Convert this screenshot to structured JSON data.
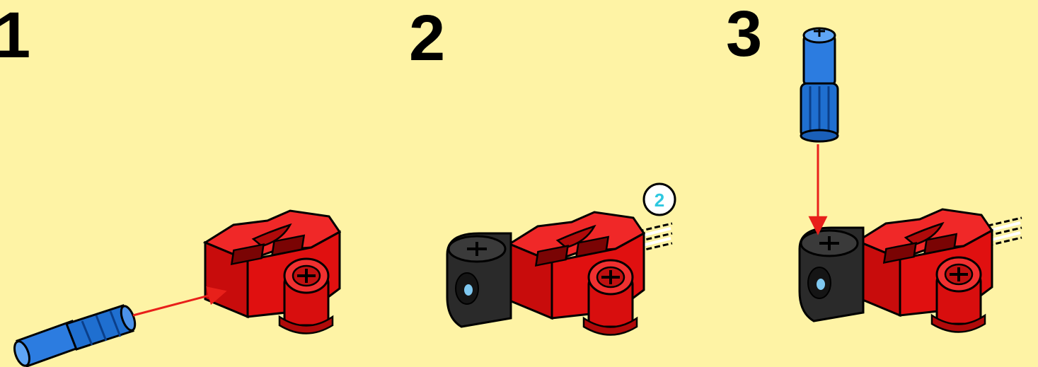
{
  "steps": [
    {
      "number": "1",
      "part": "blue-axle-pin",
      "action": "insert-horizontal"
    },
    {
      "number": "2",
      "part": "black-pin-connector",
      "quantity_callout": "2"
    },
    {
      "number": "3",
      "part": "blue-axle-pin",
      "action": "insert-vertical"
    }
  ],
  "colors": {
    "background": "#FEF3A5",
    "brick_red": "#E01010",
    "brick_red_dark": "#A00808",
    "pin_blue": "#1F6FD0",
    "pin_blue_dark": "#0B3F8A",
    "connector_black": "#262626",
    "arrow_red": "#E8201A",
    "callout_cyan": "#2EC8E0"
  },
  "icons": [
    "red-technic-cross-block-icon",
    "blue-axle-pin-icon",
    "black-pin-connector-icon",
    "red-arrow-icon",
    "quantity-callout-icon"
  ]
}
